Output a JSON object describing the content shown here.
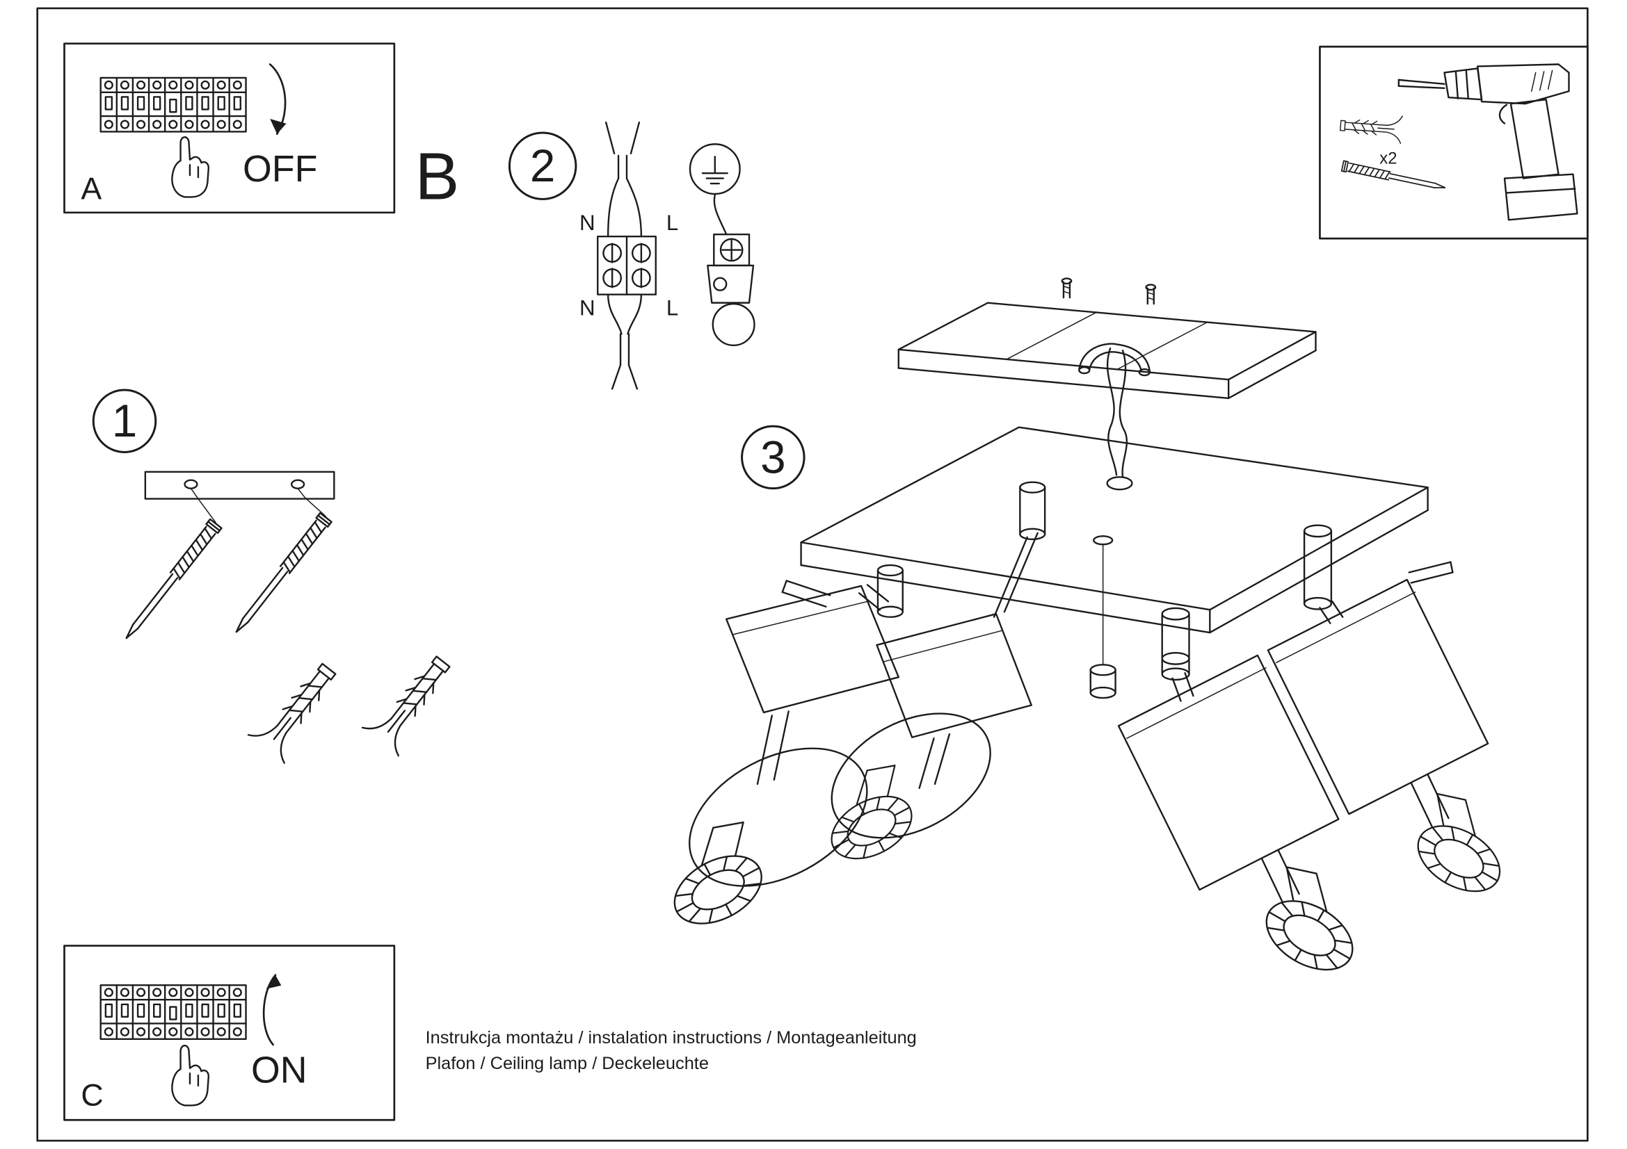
{
  "badges": {
    "step1": "1",
    "step2": "2",
    "step3": "3"
  },
  "sections": {
    "a": "A",
    "b": "B",
    "c": "C"
  },
  "switch": {
    "off": "OFF",
    "on": "ON"
  },
  "wiring": {
    "n_top": "N",
    "l_top": "L",
    "n_bottom": "N",
    "l_bottom": "L"
  },
  "tools": {
    "quantity": "x2"
  },
  "footer": {
    "line1": "Instrukcja montażu / instalation instructions / Montageanleitung",
    "line2": "Plafon / Ceiling lamp / Deckeleuchte"
  },
  "colors": {
    "ink": "#1c1c1c",
    "paper": "#ffffff"
  }
}
